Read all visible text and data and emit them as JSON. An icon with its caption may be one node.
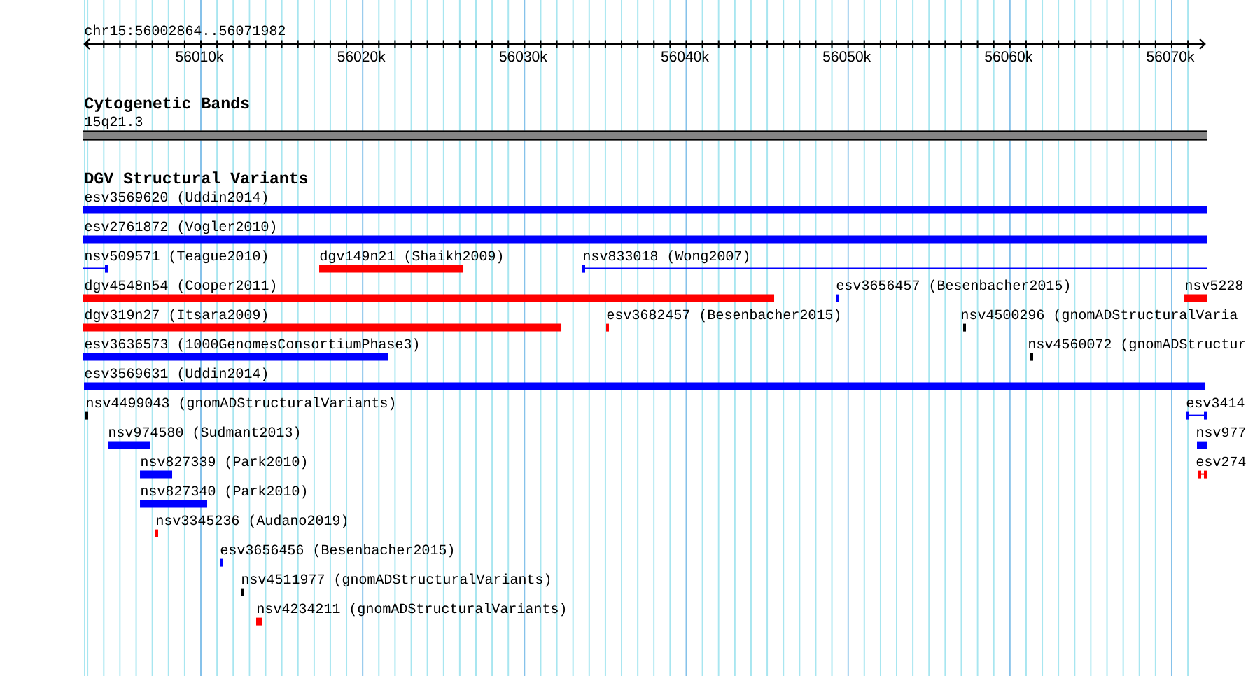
{
  "diagram": {
    "labels": [
      "chr15:56002864..56071982",
      "56010k",
      "56020k",
      "56030k",
      "56040k",
      "56050k",
      "56060k",
      "56070k",
      "Cytogenetic Bands",
      "15q21.3",
      "DGV Structural Variants",
      "esv3569620 (Uddin2014)",
      "esv2761872 (Vogler2010)",
      "nsv509571 (Teague2010)",
      "dgv149n21 (Shaikh2009)",
      "nsv833018 (Wong2007)",
      "dgv4548n54 (Cooper2011)",
      "esv3656457 (Besenbacher2015)",
      "nsv5228",
      "dgv319n27 (Itsara2009)",
      "esv3682457 (Besenbacher2015)",
      "nsv4500296 (gnomADStructuralVaria",
      "esv3636573 (1000GenomesConsortiumPhase3)",
      "nsv4560072 (gnomADStructur",
      "esv3569631 (Uddin2014)",
      "nsv4499043 (gnomADStructuralVariants)",
      "esv3414",
      "nsv974580 (Sudmant2013)",
      "nsv977",
      "nsv827339 (Park2010)",
      "esv274",
      "nsv827340 (Park2010)",
      "nsv3345236 (Audano2019)",
      "esv3656456 (Besenbacher2015)",
      "nsv4511977 (gnomADStructuralVariants)",
      "nsv4234211 (gnomADStructuralVariants)"
    ]
  }
}
